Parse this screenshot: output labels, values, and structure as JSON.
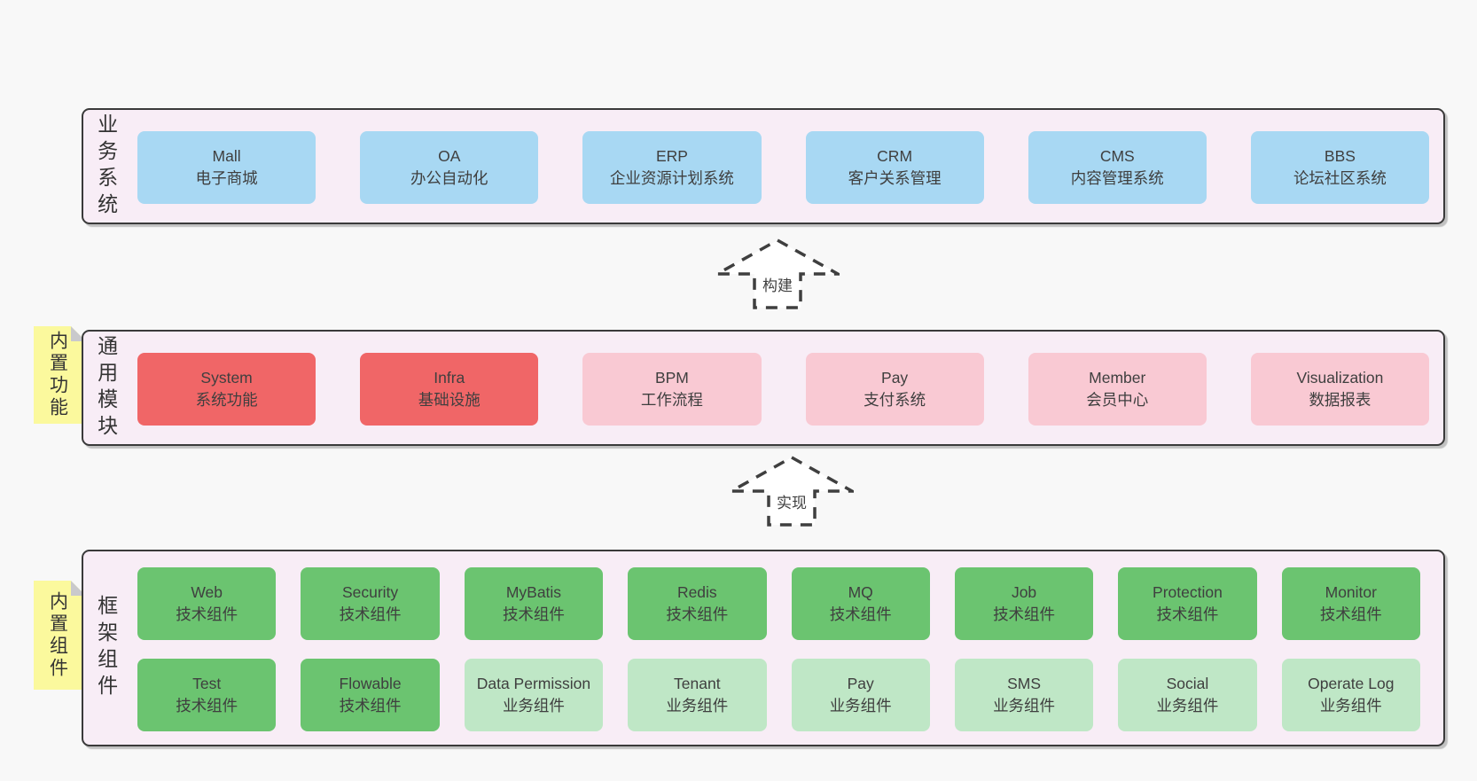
{
  "colors": {
    "page_bg": "#f8f8f8",
    "panel_bg": "#f8edf6",
    "panel_border": "#3a3a3a",
    "blue": "#a8d8f3",
    "red": "#f06667",
    "pink": "#f9c9d3",
    "green": "#6bc470",
    "light_green": "#bfe7c6",
    "note_yellow": "#fbf99d",
    "note_fold": "#c9c9cc",
    "text": "#3f3f3f"
  },
  "arrows": [
    {
      "label": "构建"
    },
    {
      "label": "实现"
    }
  ],
  "layers": [
    {
      "side_label": "业务系统",
      "boxes": [
        {
          "title": "Mall",
          "subtitle": "电子商城",
          "variant": "blue"
        },
        {
          "title": "OA",
          "subtitle": "办公自动化",
          "variant": "blue"
        },
        {
          "title": "ERP",
          "subtitle": "企业资源计划系统",
          "variant": "blue"
        },
        {
          "title": "CRM",
          "subtitle": "客户关系管理",
          "variant": "blue"
        },
        {
          "title": "CMS",
          "subtitle": "内容管理系统",
          "variant": "blue"
        },
        {
          "title": "BBS",
          "subtitle": "论坛社区系统",
          "variant": "blue"
        }
      ]
    },
    {
      "side_label": "通用模块",
      "note": "内置功能",
      "boxes": [
        {
          "title": "System",
          "subtitle": "系统功能",
          "variant": "red"
        },
        {
          "title": "Infra",
          "subtitle": "基础设施",
          "variant": "red"
        },
        {
          "title": "BPM",
          "subtitle": "工作流程",
          "variant": "pink"
        },
        {
          "title": "Pay",
          "subtitle": "支付系统",
          "variant": "pink"
        },
        {
          "title": "Member",
          "subtitle": "会员中心",
          "variant": "pink"
        },
        {
          "title": "Visualization",
          "subtitle": "数据报表",
          "variant": "pink"
        }
      ]
    },
    {
      "side_label": "框架组件",
      "note": "内置组件",
      "rows": [
        [
          {
            "title": "Web",
            "subtitle": "技术组件",
            "variant": "green"
          },
          {
            "title": "Security",
            "subtitle": "技术组件",
            "variant": "green"
          },
          {
            "title": "MyBatis",
            "subtitle": "技术组件",
            "variant": "green"
          },
          {
            "title": "Redis",
            "subtitle": "技术组件",
            "variant": "green"
          },
          {
            "title": "MQ",
            "subtitle": "技术组件",
            "variant": "green"
          },
          {
            "title": "Job",
            "subtitle": "技术组件",
            "variant": "green"
          },
          {
            "title": "Protection",
            "subtitle": "技术组件",
            "variant": "green"
          },
          {
            "title": "Monitor",
            "subtitle": "技术组件",
            "variant": "green"
          }
        ],
        [
          {
            "title": "Test",
            "subtitle": "技术组件",
            "variant": "green"
          },
          {
            "title": "Flowable",
            "subtitle": "技术组件",
            "variant": "green"
          },
          {
            "title": "Data Permission",
            "subtitle": "业务组件",
            "variant": "lgreen"
          },
          {
            "title": "Tenant",
            "subtitle": "业务组件",
            "variant": "lgreen"
          },
          {
            "title": "Pay",
            "subtitle": "业务组件",
            "variant": "lgreen"
          },
          {
            "title": "SMS",
            "subtitle": "业务组件",
            "variant": "lgreen"
          },
          {
            "title": "Social",
            "subtitle": "业务组件",
            "variant": "lgreen"
          },
          {
            "title": "Operate Log",
            "subtitle": "业务组件",
            "variant": "lgreen"
          }
        ]
      ]
    }
  ]
}
